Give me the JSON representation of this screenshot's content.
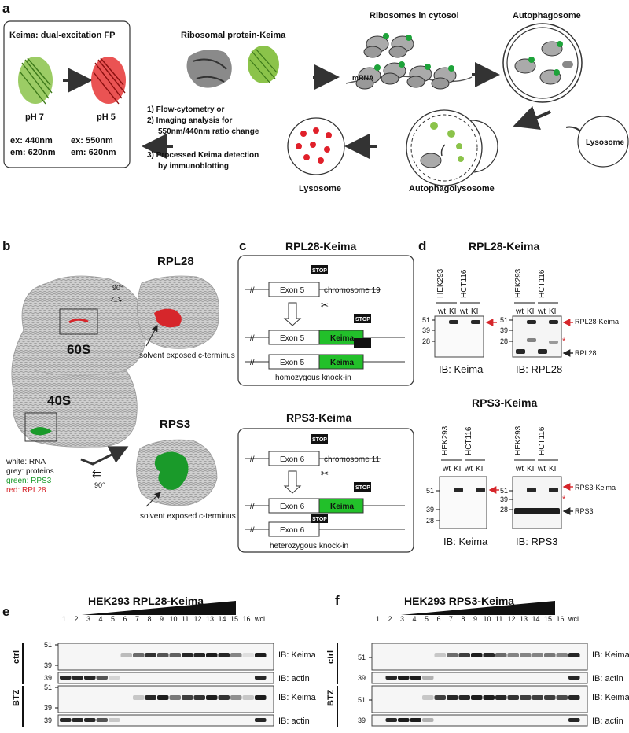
{
  "panel_a": {
    "label": "a",
    "keima_box": {
      "title": "Keima: dual-excitation FP",
      "ph7": "pH 7",
      "ph5": "pH 5",
      "ex1": "ex: 440nm",
      "em1": "em: 620nm",
      "ex2": "ex: 550nm",
      "em2": "em: 620nm"
    },
    "ribosomal_protein_label": "Ribosomal protein-Keima",
    "ribosomes_label": "Ribosomes in cytosol",
    "mrna_label": "mRNA",
    "autophagosome_label": "Autophagosome",
    "lysosome_right_label": "Lysosome",
    "autophagolysosome_label": "Autophagolysosome",
    "lysosome_label": "Lysosome",
    "methods": [
      "1) Flow-cytometry or",
      "2) Imaging analysis for",
      "550nm/440nm ratio change",
      "3) Processed Keima detection",
      "by immunoblotting"
    ]
  },
  "panel_b": {
    "label": "b",
    "l60s": "60S",
    "l40s": "40S",
    "rpl28": "RPL28",
    "rps3": "RPS3",
    "rot1": "90°",
    "rot2": "90°",
    "solvent1": "solvent exposed c-terminus",
    "solvent2": "solvent exposed c-terminus",
    "legend": [
      "white: RNA",
      "grey: proteins",
      "green: RPS3",
      "red: RPL28"
    ],
    "colors": {
      "green": "#1a9a2a",
      "red": "#d6262b"
    }
  },
  "panel_c": {
    "label": "c",
    "top_title": "RPL28-Keima",
    "top_exon": "Exon 5",
    "top_chrom": "chromosome 19",
    "top_caption": "homozygous knock-in",
    "bot_title": "RPS3-Keima",
    "bot_exon": "Exon 6",
    "bot_chrom": "chromosome 11",
    "bot_caption": "heterozygous knock-in",
    "stop": "STOP",
    "keima": "Keima",
    "keima_color": "#22c02a"
  },
  "panel_d": {
    "label": "d",
    "top_title": "RPL28-Keima",
    "bot_title": "RPS3-Keima",
    "cells": [
      "HEK293",
      "HCT116"
    ],
    "lanes": [
      "wt",
      "KI",
      "wt",
      "KI"
    ],
    "mw_top_keima": [
      "51",
      "39",
      "28"
    ],
    "mw_top_rpl28": [
      "51",
      "39",
      "28"
    ],
    "mw_bot": [
      "51",
      "39",
      "28"
    ],
    "ib_keima": "IB: Keima",
    "ib_rpl28": "IB: RPL28",
    "ib_rps3": "IB: RPS3",
    "arrow_rpl28_keima": "RPL28-Keima",
    "arrow_rpl28": "RPL28",
    "arrow_rps3_keima": "RPS3-Keima",
    "arrow_rps3": "RPS3"
  },
  "panel_e": {
    "label": "e",
    "title": "HEK293 RPL28-Keima",
    "lanes": [
      "1",
      "2",
      "3",
      "4",
      "5",
      "6",
      "7",
      "8",
      "9",
      "10",
      "11",
      "12",
      "13",
      "14",
      "15",
      "16",
      "wcl"
    ],
    "ctrl": "ctrl",
    "btz": "BTZ",
    "mw_keima": [
      "51",
      "39"
    ],
    "mw_actin": "39",
    "ib_keima": "IB: Keima",
    "ib_actin": "IB: actin"
  },
  "panel_f": {
    "label": "f",
    "title": "HEK293 RPS3-Keima",
    "lanes": [
      "1",
      "2",
      "3",
      "4",
      "5",
      "6",
      "7",
      "8",
      "9",
      "10",
      "11",
      "12",
      "13",
      "14",
      "15",
      "16",
      "wcl"
    ],
    "ctrl": "ctrl",
    "btz": "BTZ",
    "mw_keima": [
      "51"
    ],
    "mw_actin": "39",
    "ib_keima": "IB: Keima",
    "ib_actin": "IB: actin"
  }
}
